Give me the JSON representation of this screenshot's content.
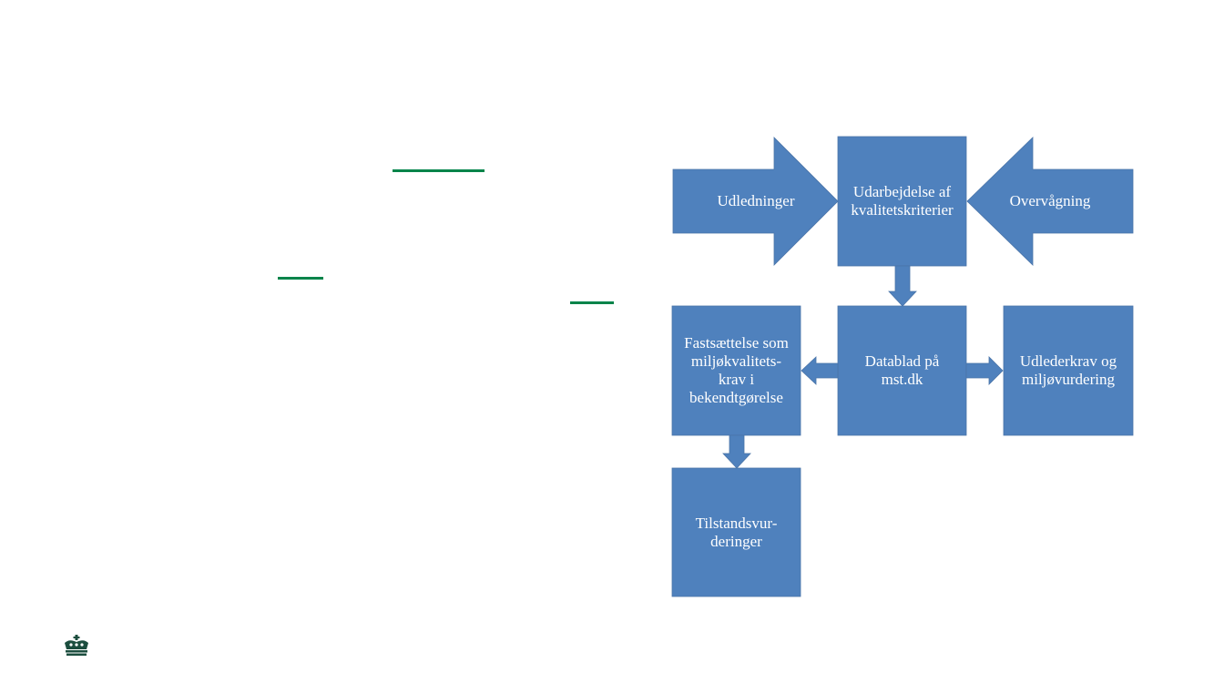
{
  "colors": {
    "box_fill": "#4f81bd",
    "box_text": "#ffffff",
    "accent_underline": "#00844a",
    "crown": "#1b4d3e"
  },
  "diagram": {
    "nodes": {
      "udledninger": "Udledninger",
      "udarbejdelse": "Udarbejdelse af\nkvalitetskriterier",
      "overvaagning": "Overvågning",
      "fastsaettelse": "Fastsættelse som\nmiljøkvalitets-\nkrav i\nbekendtgørelse",
      "datablad": "Datablad på\nmst.dk",
      "udlederkrav": "Udlederkrav og\nmiljøvurdering",
      "tilstandsvurderinger": "Tilstandsvur-\nderinger"
    },
    "edges": [
      {
        "from": "udledninger",
        "to": "udarbejdelse"
      },
      {
        "from": "overvaagning",
        "to": "udarbejdelse"
      },
      {
        "from": "udarbejdelse",
        "to": "datablad"
      },
      {
        "from": "datablad",
        "to": "fastsaettelse"
      },
      {
        "from": "datablad",
        "to": "udlederkrav"
      },
      {
        "from": "fastsaettelse",
        "to": "tilstandsvurderinger"
      }
    ]
  },
  "logo": {
    "icon": "crown-icon"
  }
}
